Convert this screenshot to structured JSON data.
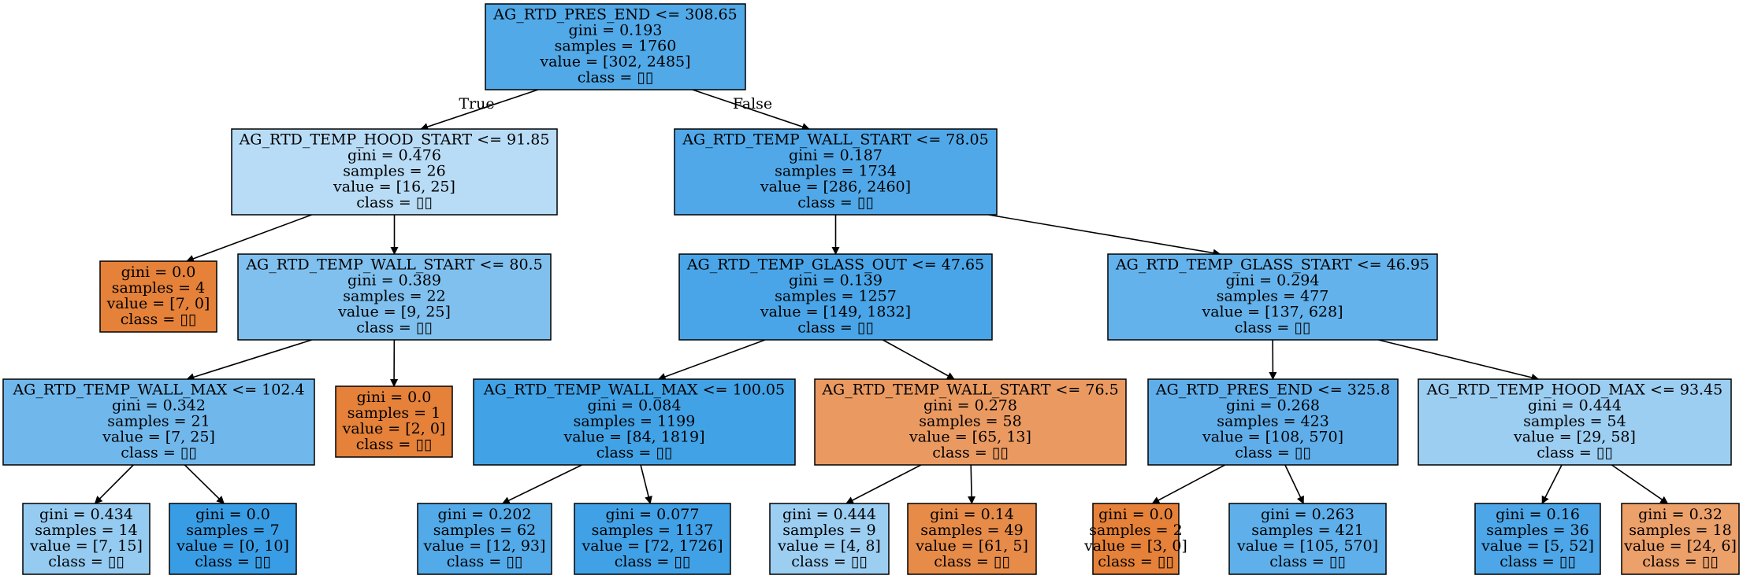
{
  "colors": {
    "blue_dark": "#399de5",
    "orange_dark": "#e58139",
    "edge": "#000000",
    "background": "#ffffff"
  },
  "tree": {
    "nodes": [
      {
        "id": "n0",
        "lines": [
          "AG_RTD_PRES_END <= 308.65",
          "gini = 0.193",
          "samples = 1760",
          "value = [302, 2485]",
          "class = ▯▯"
        ],
        "fill": "#51a9e8"
      },
      {
        "id": "n1",
        "lines": [
          "AG_RTD_TEMP_HOOD_START <= 91.85",
          "gini = 0.476",
          "samples = 26",
          "value = [16, 25]",
          "class = ▯▯"
        ],
        "fill": "#b8dcf6"
      },
      {
        "id": "n2",
        "lines": [
          "gini = 0.0",
          "samples = 4",
          "value = [7, 0]",
          "class = ▯▯"
        ],
        "fill": "#e58139"
      },
      {
        "id": "n3",
        "lines": [
          "AG_RTD_TEMP_WALL_START <= 80.5",
          "gini = 0.389",
          "samples = 22",
          "value = [9, 25]",
          "class = ▯▯"
        ],
        "fill": "#80c0ee"
      },
      {
        "id": "n4",
        "lines": [
          "AG_RTD_TEMP_WALL_MAX <= 102.4",
          "gini = 0.342",
          "samples = 21",
          "value = [7, 25]",
          "class = ▯▯"
        ],
        "fill": "#70b8ec"
      },
      {
        "id": "n5",
        "lines": [
          "gini = 0.434",
          "samples = 14",
          "value = [7, 15]",
          "class = ▯▯"
        ],
        "fill": "#95cbf1"
      },
      {
        "id": "n6",
        "lines": [
          "gini = 0.0",
          "samples = 7",
          "value = [0, 10]",
          "class = ▯▯"
        ],
        "fill": "#399de5"
      },
      {
        "id": "n7",
        "lines": [
          "gini = 0.0",
          "samples = 1",
          "value = [2, 0]",
          "class = ▯▯"
        ],
        "fill": "#e58139"
      },
      {
        "id": "n8",
        "lines": [
          "AG_RTD_TEMP_WALL_START <= 78.05",
          "gini = 0.187",
          "samples = 1734",
          "value = [286, 2460]",
          "class = ▯▯"
        ],
        "fill": "#50a8e8"
      },
      {
        "id": "n9",
        "lines": [
          "AG_RTD_TEMP_GLASS_OUT <= 47.65",
          "gini = 0.139",
          "samples = 1257",
          "value = [149, 1832]",
          "class = ▯▯"
        ],
        "fill": "#49a5e7"
      },
      {
        "id": "n10",
        "lines": [
          "AG_RTD_TEMP_WALL_MAX <= 100.05",
          "gini = 0.084",
          "samples = 1199",
          "value = [84, 1819]",
          "class = ▯▯"
        ],
        "fill": "#42a2e6"
      },
      {
        "id": "n11",
        "lines": [
          "gini = 0.202",
          "samples = 62",
          "value = [12, 93]",
          "class = ▯▯"
        ],
        "fill": "#53aae8"
      },
      {
        "id": "n12",
        "lines": [
          "gini = 0.077",
          "samples = 1137",
          "value = [72, 1726]",
          "class = ▯▯"
        ],
        "fill": "#41a1e6"
      },
      {
        "id": "n13",
        "lines": [
          "AG_RTD_TEMP_WALL_START <= 76.5",
          "gini = 0.278",
          "samples = 58",
          "value = [65, 13]",
          "class = ▯▯"
        ],
        "fill": "#ea9a61"
      },
      {
        "id": "n14",
        "lines": [
          "gini = 0.444",
          "samples = 9",
          "value = [4, 8]",
          "class = ▯▯"
        ],
        "fill": "#9ccef2"
      },
      {
        "id": "n15",
        "lines": [
          "gini = 0.14",
          "samples = 49",
          "value = [61, 5]",
          "class = ▯▯"
        ],
        "fill": "#e78b49"
      },
      {
        "id": "n16",
        "lines": [
          "AG_RTD_TEMP_GLASS_START <= 46.95",
          "gini = 0.294",
          "samples = 477",
          "value = [137, 628]",
          "class = ▯▯"
        ],
        "fill": "#64b2eb"
      },
      {
        "id": "n17",
        "lines": [
          "AG_RTD_PRES_END <= 325.8",
          "gini = 0.268",
          "samples = 423",
          "value = [108, 570]",
          "class = ▯▯"
        ],
        "fill": "#5faeea"
      },
      {
        "id": "n18",
        "lines": [
          "gini = 0.0",
          "samples = 2",
          "value = [3, 0]",
          "class = ▯▯"
        ],
        "fill": "#e58139"
      },
      {
        "id": "n19",
        "lines": [
          "gini = 0.263",
          "samples = 421",
          "value = [105, 570]",
          "class = ▯▯"
        ],
        "fill": "#5eafea"
      },
      {
        "id": "n20",
        "lines": [
          "AG_RTD_TEMP_HOOD_MAX <= 93.45",
          "gini = 0.444",
          "samples = 54",
          "value = [29, 58]",
          "class = ▯▯"
        ],
        "fill": "#9ccef2"
      },
      {
        "id": "n21",
        "lines": [
          "gini = 0.16",
          "samples = 36",
          "value = [5, 52]",
          "class = ▯▯"
        ],
        "fill": "#4ca6e7"
      },
      {
        "id": "n22",
        "lines": [
          "gini = 0.32",
          "samples = 18",
          "value = [24, 6]",
          "class = ▯▯"
        ],
        "fill": "#eca06a"
      }
    ],
    "edges": [
      {
        "from": "n0",
        "to": "n1",
        "label": "True"
      },
      {
        "from": "n0",
        "to": "n8",
        "label": "False"
      },
      {
        "from": "n1",
        "to": "n2"
      },
      {
        "from": "n1",
        "to": "n3"
      },
      {
        "from": "n3",
        "to": "n4"
      },
      {
        "from": "n3",
        "to": "n7"
      },
      {
        "from": "n4",
        "to": "n5"
      },
      {
        "from": "n4",
        "to": "n6"
      },
      {
        "from": "n8",
        "to": "n9"
      },
      {
        "from": "n8",
        "to": "n16"
      },
      {
        "from": "n9",
        "to": "n10"
      },
      {
        "from": "n9",
        "to": "n13"
      },
      {
        "from": "n10",
        "to": "n11"
      },
      {
        "from": "n10",
        "to": "n12"
      },
      {
        "from": "n13",
        "to": "n14"
      },
      {
        "from": "n13",
        "to": "n15"
      },
      {
        "from": "n16",
        "to": "n17"
      },
      {
        "from": "n16",
        "to": "n20"
      },
      {
        "from": "n17",
        "to": "n18"
      },
      {
        "from": "n17",
        "to": "n19"
      },
      {
        "from": "n20",
        "to": "n21"
      },
      {
        "from": "n20",
        "to": "n22"
      }
    ]
  }
}
